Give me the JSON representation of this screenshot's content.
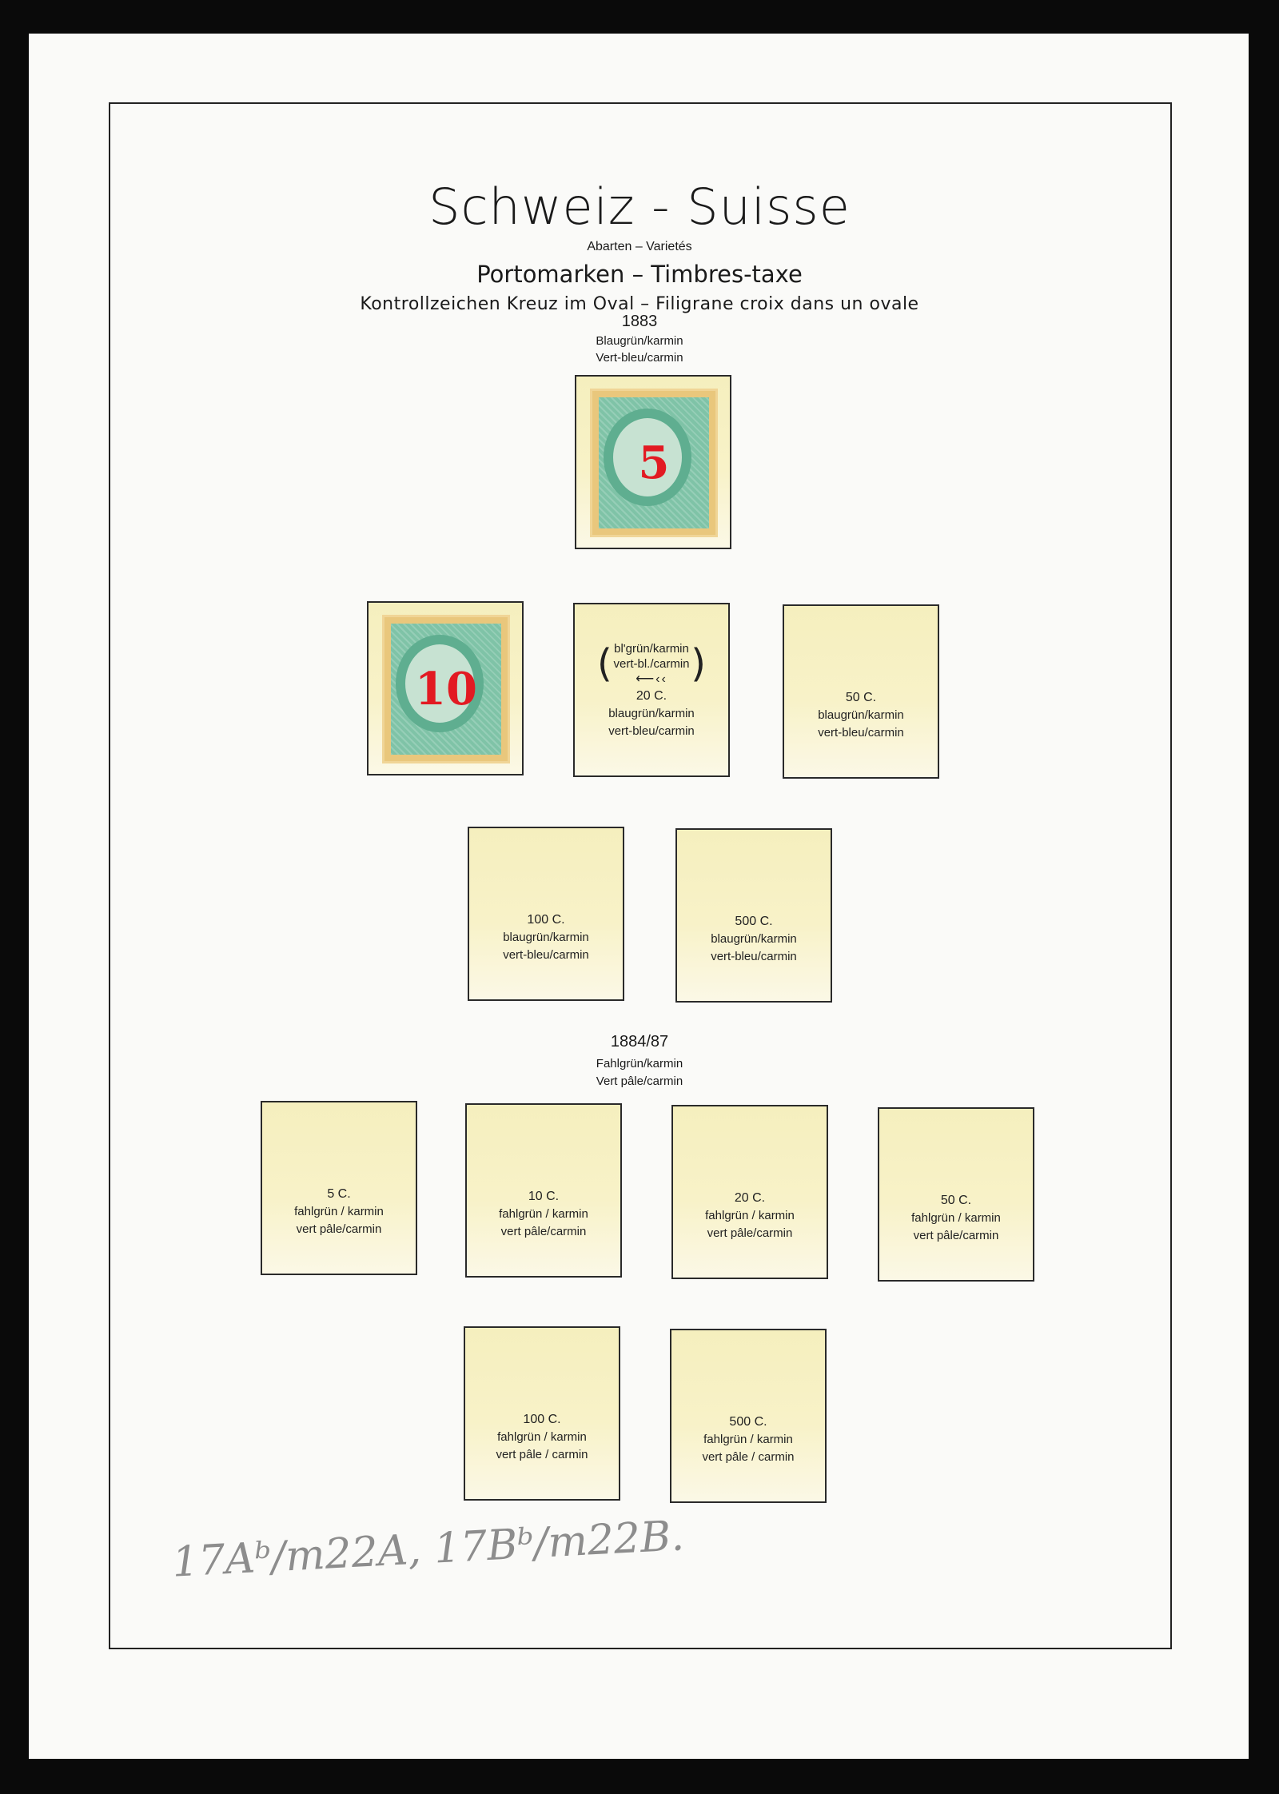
{
  "header": {
    "title": "Schweiz  -  Suisse",
    "subtitle_small": "Abarten – Varietés",
    "subtitle_main": "Portomarken – Timbres-taxe",
    "subtitle_watermark": "Kontrollzeichen Kreuz im Oval – Filigrane croix dans un ovale"
  },
  "section_1883": {
    "year": "1883",
    "color_de": "Blaugrün/karmin",
    "color_fr": "Vert-bleu/carmin",
    "stamp_5": {
      "value": "5"
    },
    "stamp_10": {
      "value": "10"
    },
    "mount_20": {
      "wm_line1": "bl'grün/karmin",
      "wm_line2": "vert-bl./carmin",
      "arrow": "⟵‹‹",
      "denomination": "20 C.",
      "color_de": "blaugrün/karmin",
      "color_fr": "vert-bleu/carmin"
    },
    "mount_50": {
      "denomination": "50 C.",
      "color_de": "blaugrün/karmin",
      "color_fr": "vert-bleu/carmin"
    },
    "mount_100": {
      "denomination": "100 C.",
      "color_de": "blaugrün/karmin",
      "color_fr": "vert-bleu/carmin"
    },
    "mount_500": {
      "denomination": "500 C.",
      "color_de": "blaugrün/karmin",
      "color_fr": "vert-bleu/carmin"
    }
  },
  "section_1884": {
    "year": "1884/87",
    "color_de": "Fahlgrün/karmin",
    "color_fr": "Vert pâle/carmin",
    "mounts": [
      {
        "denomination": "5 C.",
        "color_de": "fahlgrün / karmin",
        "color_fr": "vert pâle/carmin"
      },
      {
        "denomination": "10 C.",
        "color_de": "fahlgrün / karmin",
        "color_fr": "vert pâle/carmin"
      },
      {
        "denomination": "20 C.",
        "color_de": "fahlgrün / karmin",
        "color_fr": "vert pâle/carmin"
      },
      {
        "denomination": "50 C.",
        "color_de": "fahlgrün / karmin",
        "color_fr": "vert pâle/carmin"
      },
      {
        "denomination": "100 C.",
        "color_de": "fahlgrün / karmin",
        "color_fr": "vert pâle / carmin"
      },
      {
        "denomination": "500 C.",
        "color_de": "fahlgrün / karmin",
        "color_fr": "vert pâle / carmin"
      }
    ]
  },
  "handwritten_note": "17Aᵇ/m22A, 17Bᵇ/m22B.",
  "colors": {
    "stamp_green": "#7fc3a7",
    "numeral_red": "#e21a22",
    "mount_yellow": "#f6f1c9"
  }
}
